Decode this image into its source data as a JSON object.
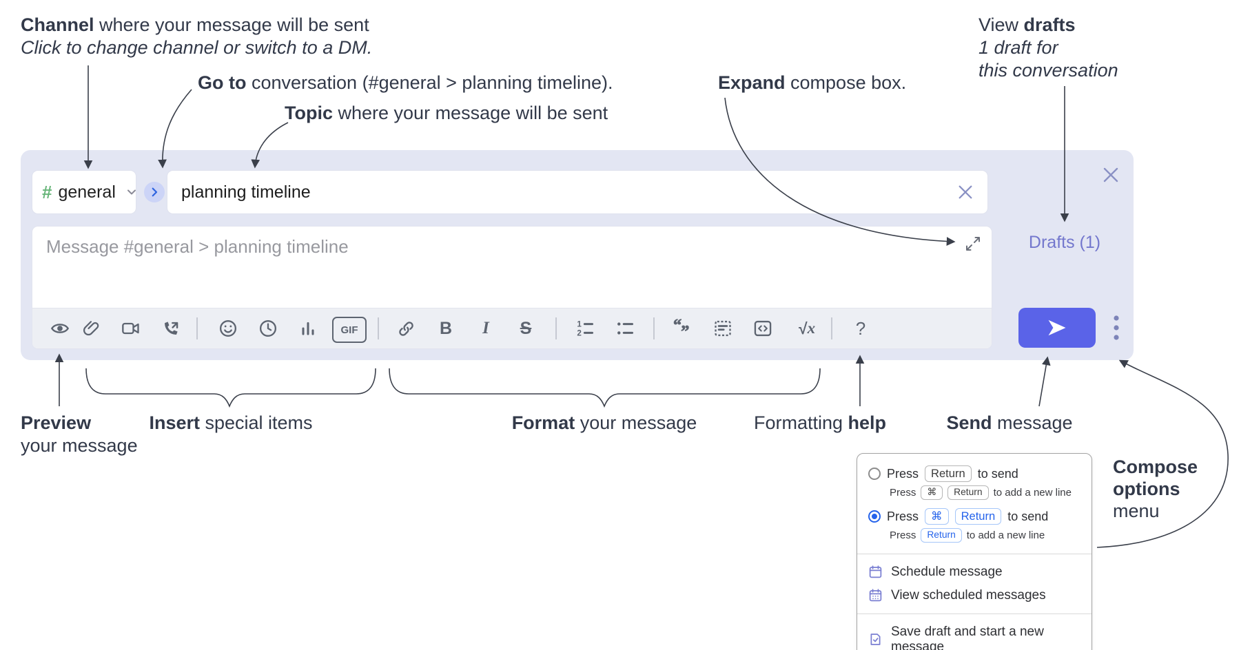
{
  "annotations": {
    "channel": {
      "bold": "Channel",
      "rest": " where your message will be sent",
      "line2": "Click to change channel or switch to a DM."
    },
    "goto": {
      "bold": "Go to",
      "rest": " conversation (#general > planning timeline)."
    },
    "topic": {
      "bold": "Topic",
      "rest": " where your message will be sent"
    },
    "expand": {
      "bold": "Expand",
      "rest": " compose box."
    },
    "view_drafts": {
      "line1_pre": "View ",
      "line1_bold": "drafts",
      "line2": "1 draft for",
      "line3": "this conversation"
    },
    "preview": {
      "bold": "Preview",
      "line2": "your message"
    },
    "insert": {
      "bold": "Insert",
      "rest": " special items"
    },
    "format": {
      "bold": "Format",
      "rest": " your message"
    },
    "formatting_help": {
      "pre": "Formatting ",
      "bold": "help"
    },
    "send": {
      "bold": "Send",
      "rest": " message"
    },
    "compose_options": {
      "line1": "Compose",
      "line2": "options",
      "line3": "menu"
    }
  },
  "compose": {
    "channel_name": "general",
    "channel_hash": "#",
    "topic_value": "planning timeline",
    "message_placeholder": "Message #general > planning timeline",
    "drafts_label": "Drafts (1)",
    "toolbar_glyphs": {
      "bold": "B",
      "italic": "I",
      "strike": "S",
      "gif": "GIF",
      "math_root": "√",
      "math_x": "x",
      "help": "?",
      "num1": "1",
      "num2": "2",
      "quote_open": "“",
      "quote_close": "”"
    },
    "toolbar_icons": [
      "eye-icon",
      "paperclip-icon",
      "video-camera-icon",
      "phone-call-icon",
      "smiley-icon",
      "clock-icon",
      "bar-chart-icon",
      "gif-icon",
      "link-icon",
      "bold-icon",
      "italic-icon",
      "strikethrough-icon",
      "numbered-list-icon",
      "bulleted-list-icon",
      "quote-icon",
      "spoiler-icon",
      "code-icon",
      "math-icon",
      "help-icon"
    ]
  },
  "menu": {
    "options": [
      {
        "selected": false,
        "main": {
          "pre": "Press",
          "keys": [
            "Return"
          ],
          "post": "to send"
        },
        "sub": {
          "pre": "Press",
          "keys": [
            "⌘",
            "Return"
          ],
          "post": "to add a new line"
        }
      },
      {
        "selected": true,
        "main": {
          "pre": "Press",
          "keys": [
            "⌘",
            "Return"
          ],
          "post": "to send"
        },
        "sub": {
          "pre": "Press",
          "keys": [
            "Return"
          ],
          "post": "to add a new line"
        }
      }
    ],
    "items": [
      {
        "icon": "calendar-icon",
        "label": "Schedule message"
      },
      {
        "icon": "calendar-dates-icon",
        "label": "View scheduled messages"
      },
      {
        "icon": "save-draft-icon",
        "label": "Save draft and start a new message"
      }
    ]
  },
  "colors": {
    "compose_bg": "#e3e6f3",
    "send_button": "#5a63e8",
    "drafts_link": "#7377cd",
    "hash_green": "#67b579",
    "go_chevron_blue": "#2f64e0",
    "radio_blue": "#2563eb",
    "menu_icon_purple": "#7a7fd2",
    "toolbar_icon_gray": "#5d6470",
    "annotation_text": "#323949"
  }
}
